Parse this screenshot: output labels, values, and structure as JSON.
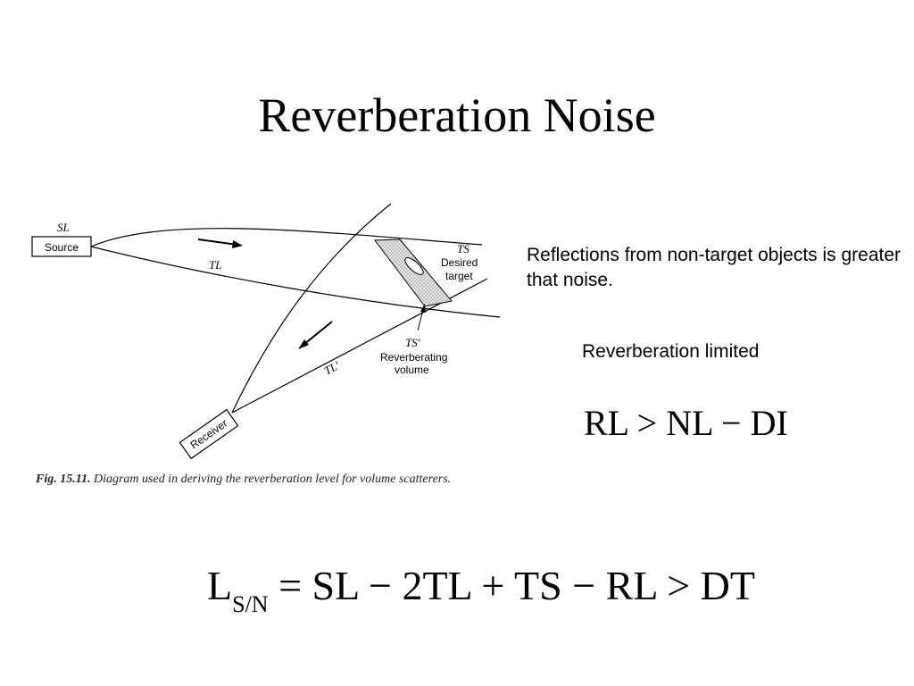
{
  "slide": {
    "title": "Reverberation Noise",
    "description_line": "Reflections from non-target objects is greater that noise.",
    "sub_heading": "Reverberation limited",
    "equation_condition": "RL > NL − DI",
    "equation_main": {
      "lhs": "L",
      "lhs_subscript": "S/N",
      "rhs": "= SL − 2TL + TS − RL > DT"
    }
  },
  "figure": {
    "caption_label": "Fig. 15.11.",
    "caption_text": "Diagram used in deriving the reverberation level for volume scatterers.",
    "labels": {
      "sl": "SL",
      "source": "Source",
      "tl": "TL",
      "ts": "TS",
      "desired": "Desired",
      "target": "target",
      "ts_prime": "TS'",
      "reverberating": "Reverberating",
      "volume": "volume",
      "tl_prime": "TL'",
      "receiver": "Receiver"
    }
  }
}
